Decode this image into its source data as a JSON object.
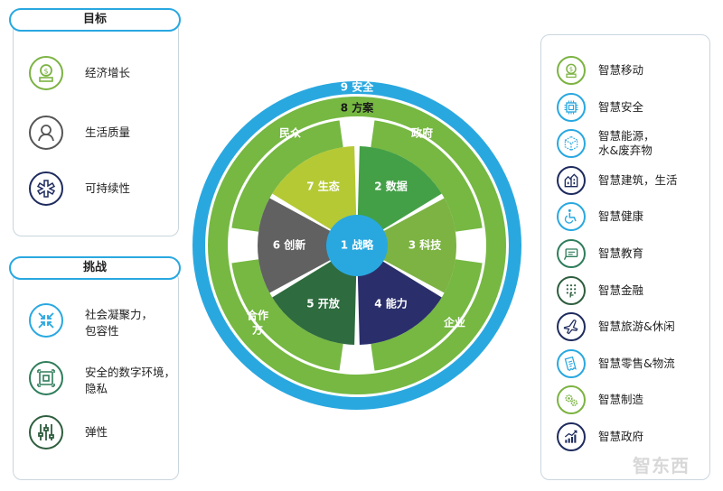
{
  "left_goals": {
    "title": "目标",
    "items": [
      {
        "label": "经济增长",
        "icon": "money-bag-icon",
        "color": "#7cb342"
      },
      {
        "label": "生活质量",
        "icon": "person-icon",
        "color": "#555555"
      },
      {
        "label": "可持续性",
        "icon": "medical-star-icon",
        "color": "#1e2b5e"
      }
    ]
  },
  "left_challenges": {
    "title": "挑战",
    "items": [
      {
        "label": "社会凝聚力，\n包容性",
        "icon": "arrows-inward-icon",
        "color": "#29a8e0"
      },
      {
        "label": "安全的数字环境，\n隐私",
        "icon": "shield-chip-icon",
        "color": "#2e7d5b"
      },
      {
        "label": "弹性",
        "icon": "sliders-icon",
        "color": "#2e5e3e"
      }
    ]
  },
  "right_list": {
    "items": [
      {
        "label": "智慧移动",
        "icon": "mobile-coin-icon",
        "color": "#7cb342"
      },
      {
        "label": "智慧安全",
        "icon": "chip-icon",
        "color": "#29a8e0"
      },
      {
        "label": "智慧能源，\n水&废弃物",
        "icon": "cube-icon",
        "color": "#29a8e0"
      },
      {
        "label": "智慧建筑，生活",
        "icon": "buildings-icon",
        "color": "#1e2b5e"
      },
      {
        "label": "智慧健康",
        "icon": "wheelchair-icon",
        "color": "#29a8e0"
      },
      {
        "label": "智慧教育",
        "icon": "board-icon",
        "color": "#2e7d5b"
      },
      {
        "label": "智慧金融",
        "icon": "keypad-icon",
        "color": "#2e5e3e"
      },
      {
        "label": "智慧旅游&休闲",
        "icon": "plane-icon",
        "color": "#1e2b5e"
      },
      {
        "label": "智慧零售&物流",
        "icon": "receipt-icon",
        "color": "#29a8e0"
      },
      {
        "label": "智慧制造",
        "icon": "gears-icon",
        "color": "#7cb342"
      },
      {
        "label": "智慧政府",
        "icon": "growth-chart-icon",
        "color": "#1e2b5e"
      }
    ]
  },
  "diagram": {
    "outer_label": "9 安全",
    "ring_label": "8 方案",
    "quadrants": [
      "政府",
      "企业",
      "合作方",
      "民众"
    ],
    "center_label": "1 战略",
    "segments": [
      {
        "label": "2 数据",
        "color": "#43a047"
      },
      {
        "label": "3 科技",
        "color": "#7cb342"
      },
      {
        "label": "4 能力",
        "color": "#2a2f6b"
      },
      {
        "label": "5 开放",
        "color": "#2e6b3e"
      },
      {
        "label": "6 创新",
        "color": "#616161"
      },
      {
        "label": "7 生态",
        "color": "#b5c935"
      }
    ],
    "colors": {
      "outer": "#29a8e0",
      "ring": "#76b842",
      "center": "#29a8e0"
    }
  },
  "watermark": "智东西"
}
